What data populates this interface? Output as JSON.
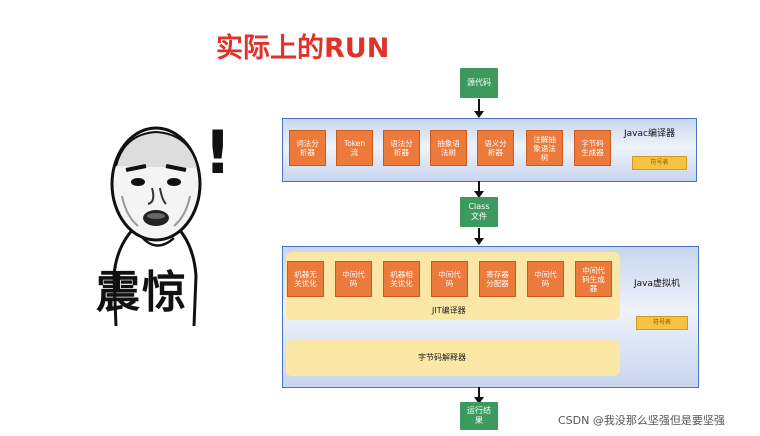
{
  "title": "实际上的RUN",
  "meme": {
    "exclaim": "!",
    "caption": "震惊"
  },
  "flow": {
    "source": "源代码",
    "class_file": "Class\n文件",
    "result": "运行结\n果"
  },
  "javac": {
    "label": "Javac编译器",
    "tag": "符号表",
    "steps": [
      "词法分\n析器",
      "Token\n流",
      "语法分\n析器",
      "抽象语\n法树",
      "语义分\n析器",
      "注解抽\n象语法\n树",
      "字节码\n生成器"
    ]
  },
  "jvm": {
    "label": "Java虚拟机",
    "tag": "符号表",
    "jit_label": "JIT编译器",
    "interpreter_label": "字节码解释器",
    "steps": [
      "机器无\n关优化",
      "中间代\n码",
      "机器相\n关优化",
      "中间代\n码",
      "寄存器\n分配器",
      "中间代\n码",
      "中间代\n码生成\n器"
    ]
  },
  "watermark": "CSDN @我没那么坚强但是要坚强",
  "colors": {
    "title": "#e0312b",
    "green": "#3c9a5e",
    "orange": "#ec7a3a",
    "yellow": "#f5c242",
    "cream": "#fbe7a6",
    "panel_border": "#4a74c8"
  }
}
